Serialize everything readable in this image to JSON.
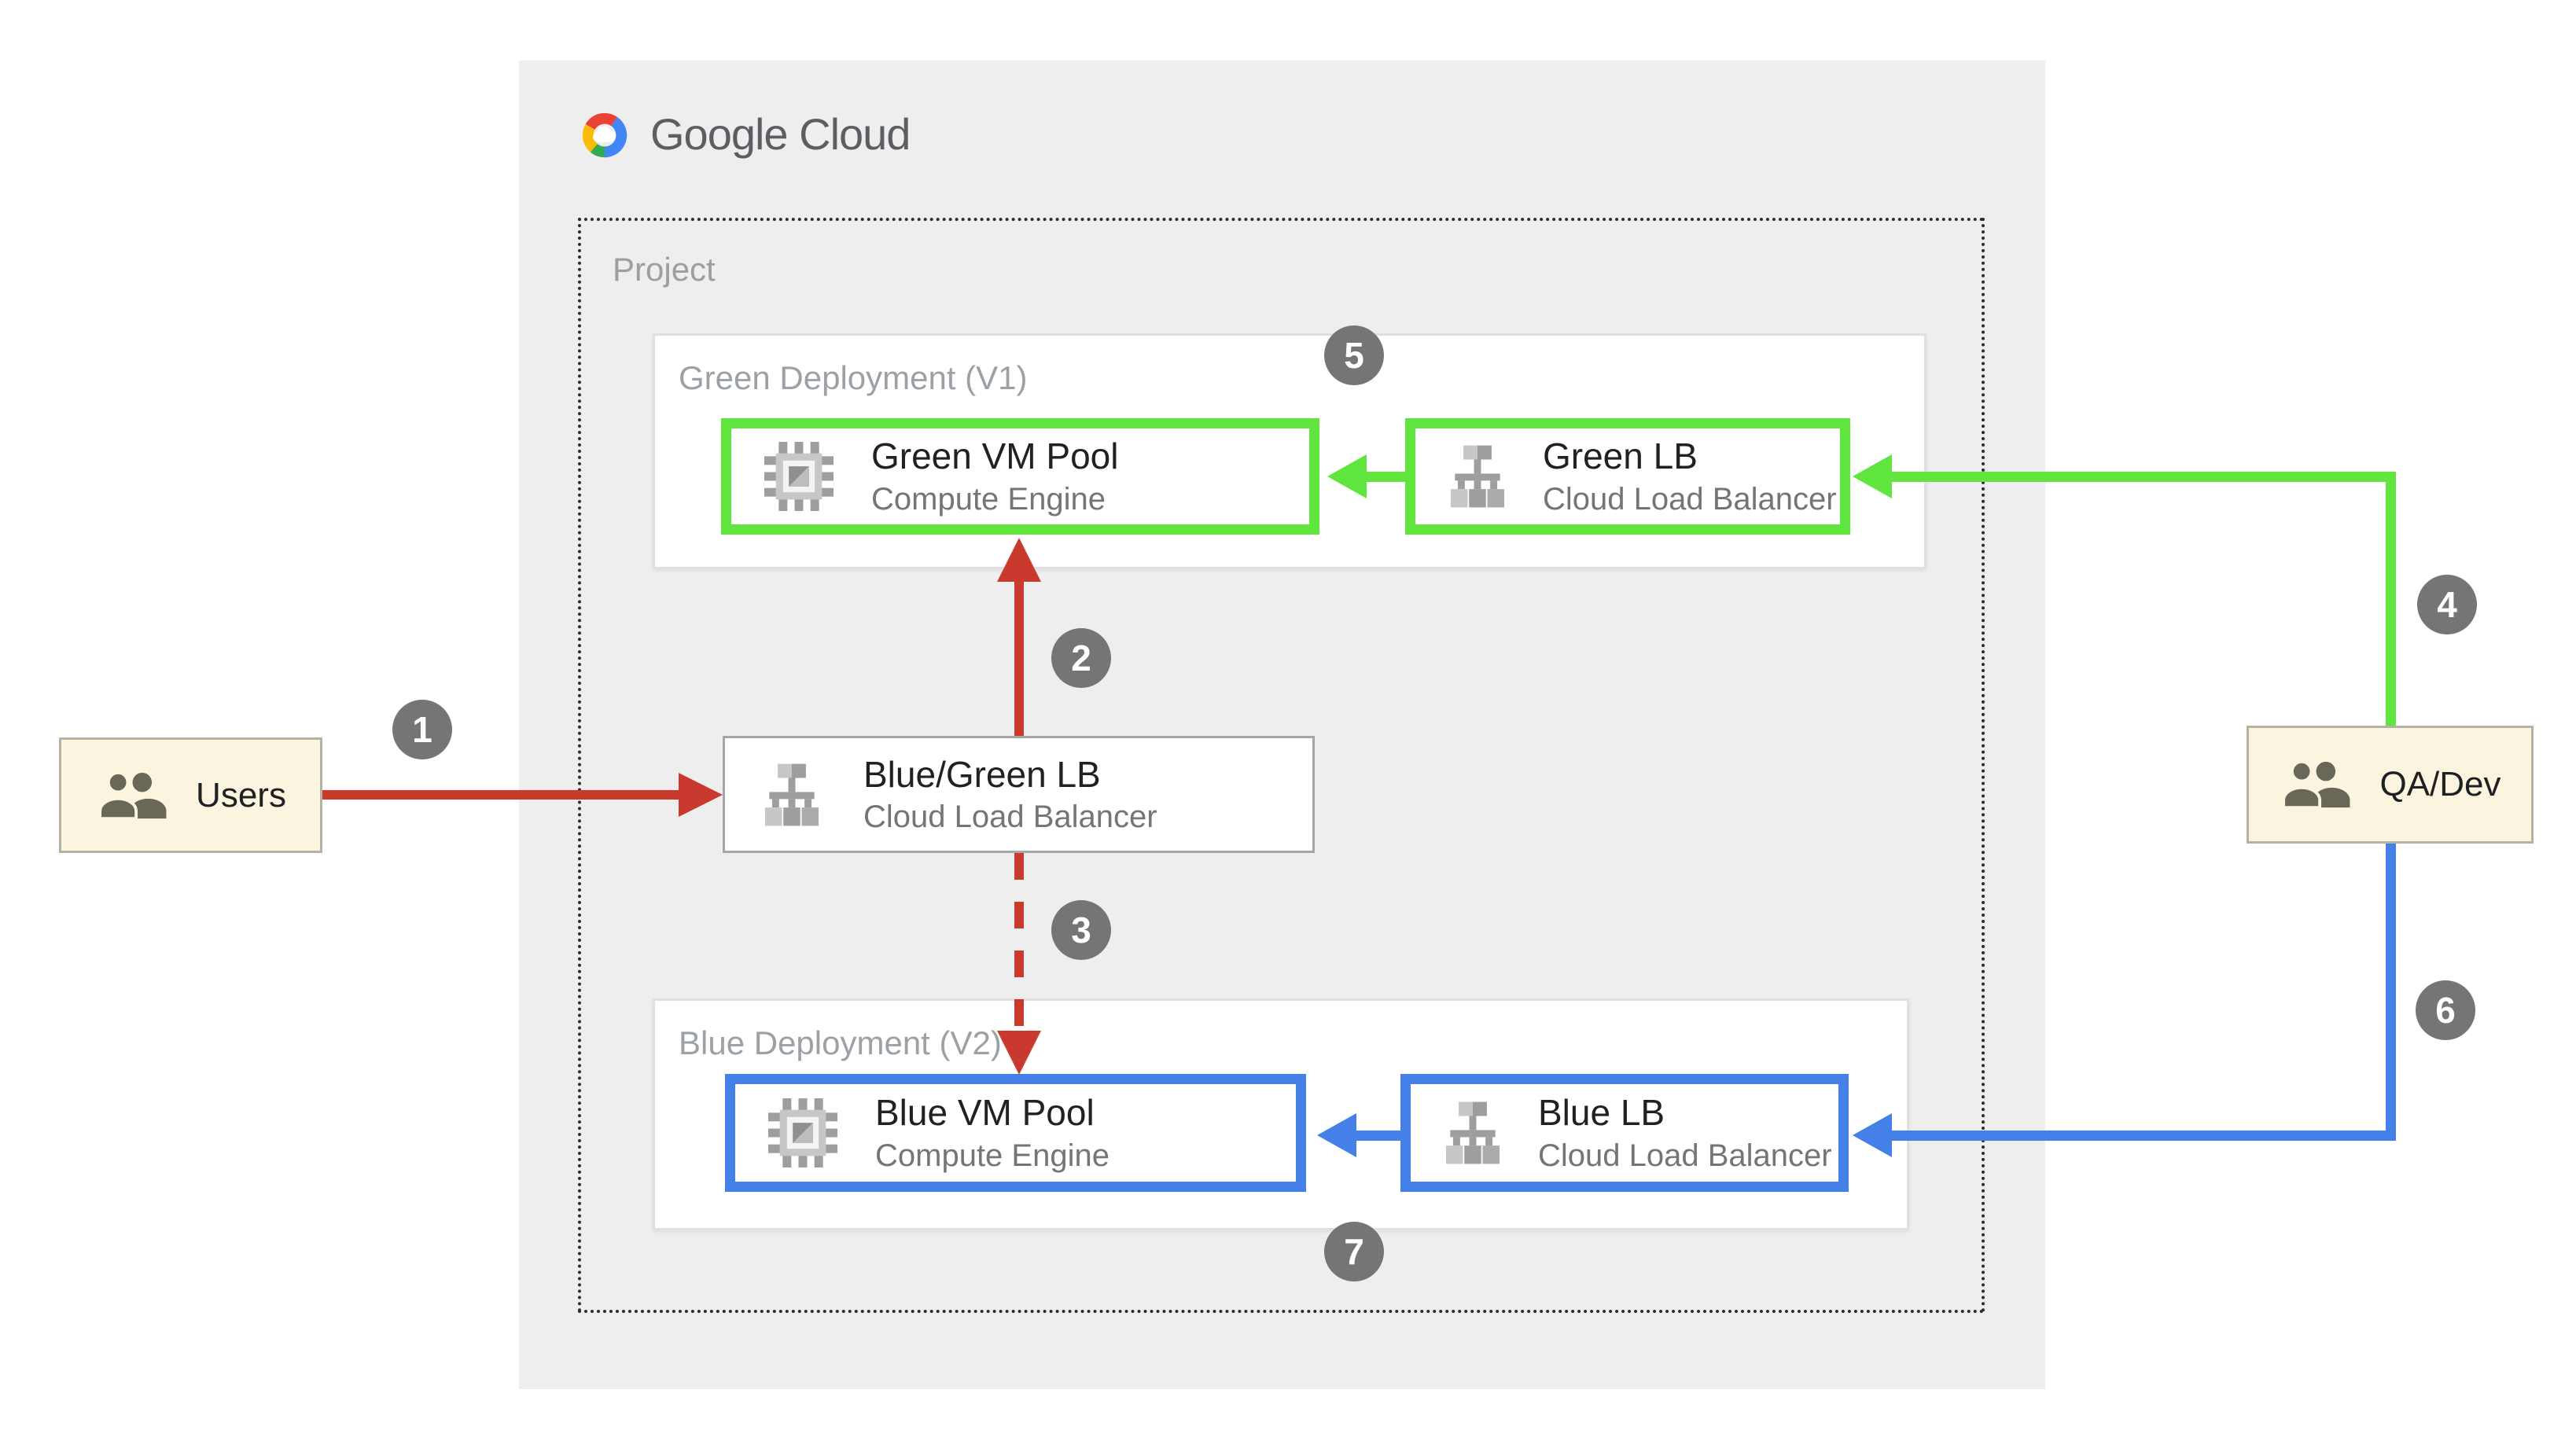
{
  "brand": {
    "logo_text": "Google Cloud"
  },
  "project": {
    "label": "Project"
  },
  "deployments": {
    "green": {
      "label": "Green Deployment (V1)"
    },
    "blue": {
      "label": "Blue Deployment (V2)"
    }
  },
  "nodes": {
    "green_vm": {
      "title": "Green VM Pool",
      "subtitle": "Compute Engine"
    },
    "green_lb": {
      "title": "Green LB",
      "subtitle": "Cloud Load Balancer"
    },
    "bluegreen_lb": {
      "title": "Blue/Green LB",
      "subtitle": "Cloud Load Balancer"
    },
    "blue_vm": {
      "title": "Blue VM Pool",
      "subtitle": "Compute Engine"
    },
    "blue_lb": {
      "title": "Blue LB",
      "subtitle": "Cloud Load Balancer"
    }
  },
  "actors": {
    "users": {
      "label": "Users"
    },
    "qa_dev": {
      "label": "QA/Dev"
    }
  },
  "steps": [
    "1",
    "2",
    "3",
    "4",
    "5",
    "6",
    "7"
  ],
  "colors": {
    "red_arrow": "#CA392D",
    "green_arrow": "#5FE53E",
    "blue_arrow": "#4480E8",
    "badge_gray": "#757575",
    "panel_gray": "#EEEEEE",
    "actor_cream": "#FBF5E0",
    "label_gray": "#9E9E9E",
    "title_dark": "#202124",
    "subtitle_gray": "#757575"
  }
}
